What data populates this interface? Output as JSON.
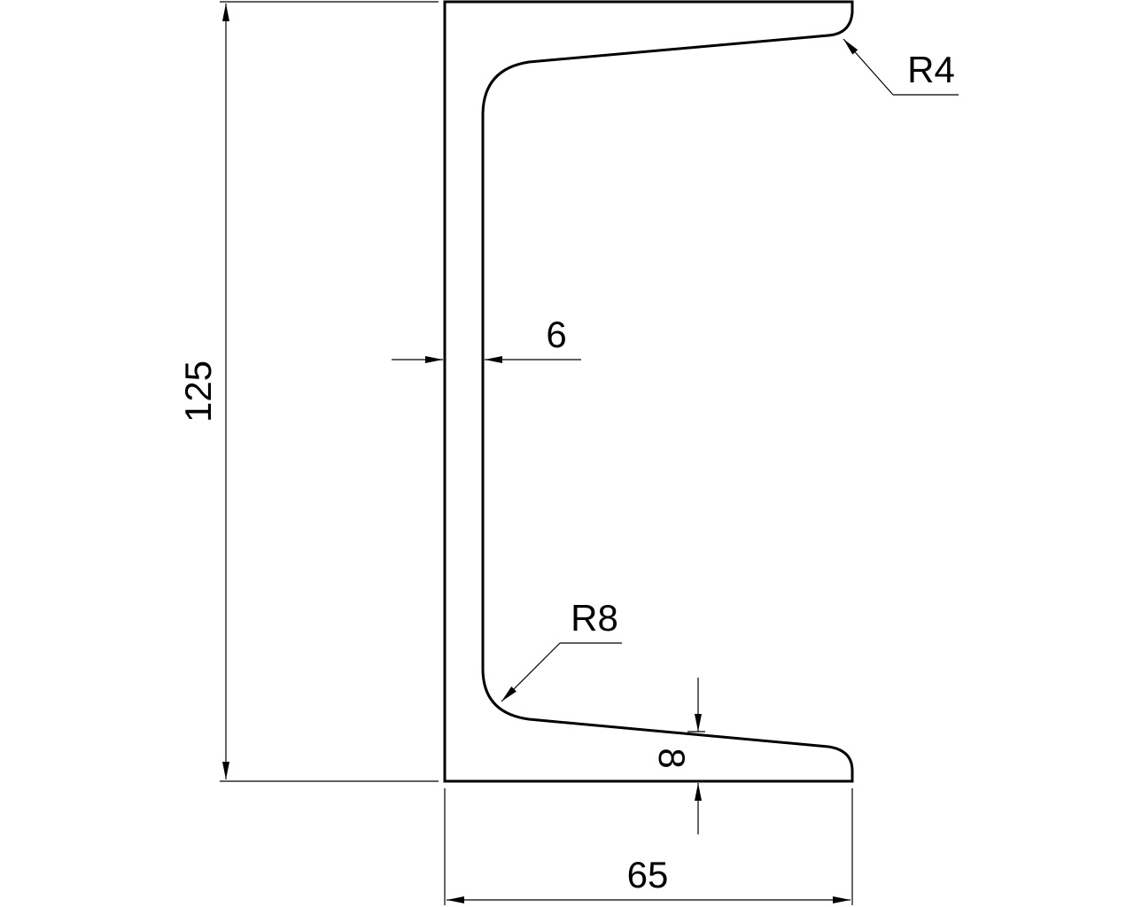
{
  "drawing": {
    "height_label": "125",
    "width_label": "65",
    "web_thickness_label": "6",
    "flange_thickness_label": "8",
    "fillet_radius_label": "R8",
    "tip_radius_label": "R4"
  },
  "colors": {
    "line": "#000000",
    "background": "#ffffff"
  }
}
